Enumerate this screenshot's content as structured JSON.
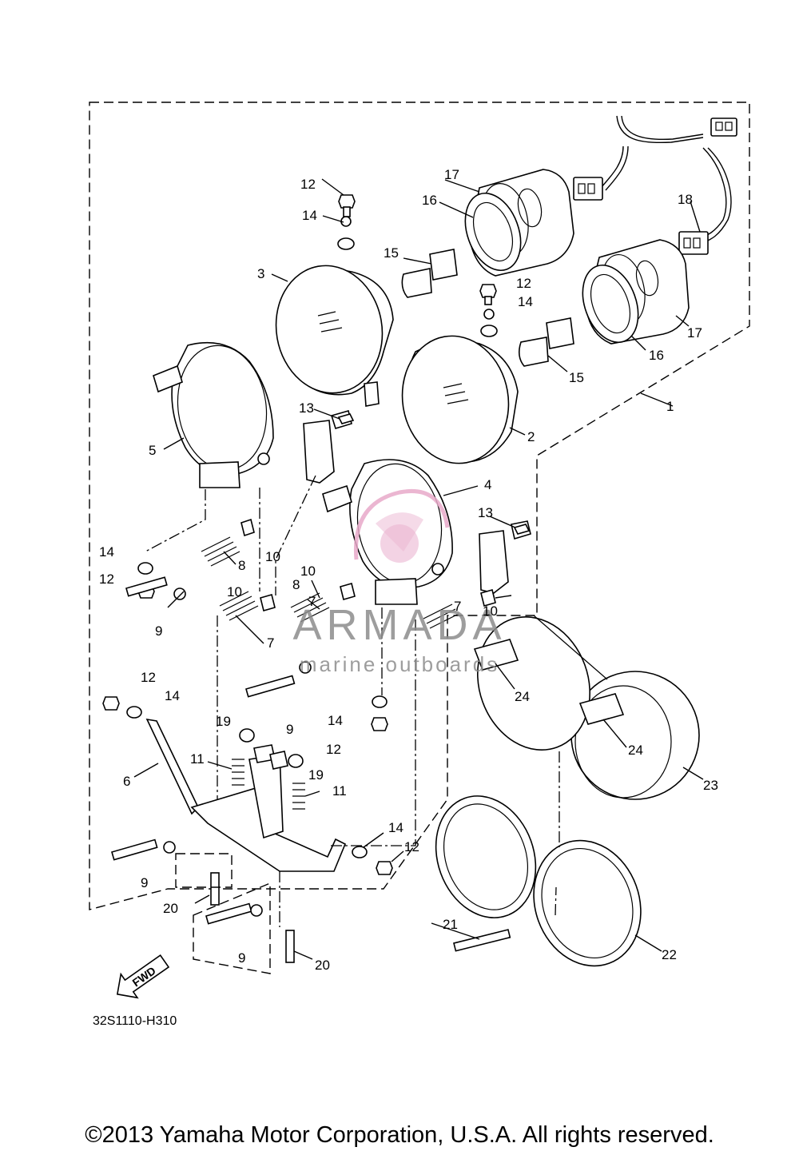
{
  "diagram": {
    "code": "32S1110-H310",
    "fwd_label": "FWD",
    "copyright": "©2013 Yamaha Motor Corporation, U.S.A. All rights reserved."
  },
  "watermark": {
    "brand": "ARMADA",
    "tagline": "marine outboards",
    "logo_color": "#e8a9c9",
    "text_color": "#8d8d8d"
  },
  "callouts": [
    "1",
    "2",
    "3",
    "4",
    "5",
    "6",
    "7",
    "7",
    "7",
    "8",
    "8",
    "9",
    "9",
    "9",
    "9",
    "10",
    "10",
    "10",
    "10",
    "11",
    "11",
    "12",
    "12",
    "12",
    "12",
    "12",
    "12",
    "13",
    "13",
    "14",
    "14",
    "14",
    "14",
    "14",
    "14",
    "15",
    "15",
    "16",
    "16",
    "17",
    "17",
    "18",
    "19",
    "19",
    "20",
    "20",
    "21",
    "22",
    "23",
    "24",
    "24"
  ]
}
